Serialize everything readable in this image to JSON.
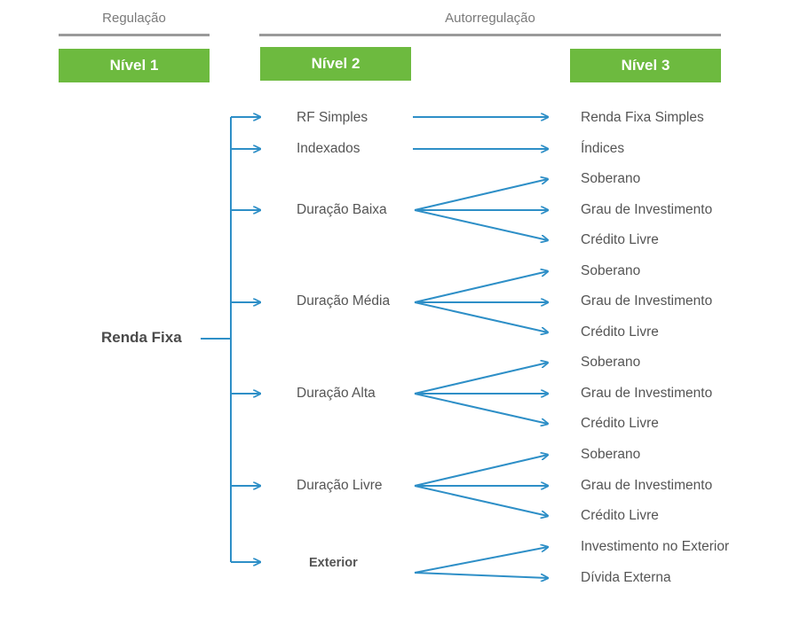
{
  "headers": {
    "regulacao": "Regulação",
    "autorregulacao": "Autorregulação"
  },
  "levels": {
    "nivel1": "Nível 1",
    "nivel2": "Nível 2",
    "nivel3": "Nível 3"
  },
  "root": "Renda Fixa",
  "level2": [
    "RF Simples",
    "Indexados",
    "Duração Baixa",
    "Duração Média",
    "Duração Alta",
    "Duração Livre",
    "Exterior"
  ],
  "level3": [
    "Renda Fixa Simples",
    "Índices",
    "Soberano",
    "Grau de Investimento",
    "Crédito Livre",
    "Soberano",
    "Grau de Investimento",
    "Crédito Livre",
    "Soberano",
    "Grau de Investimento",
    "Crédito Livre",
    "Soberano",
    "Grau de Investimento",
    "Crédito Livre",
    "Investimento no Exterior",
    "Dívida Externa"
  ],
  "colors": {
    "arrow": "#2e8fc7",
    "badge": "#6dba3f",
    "header_line": "#9a9a9a"
  }
}
